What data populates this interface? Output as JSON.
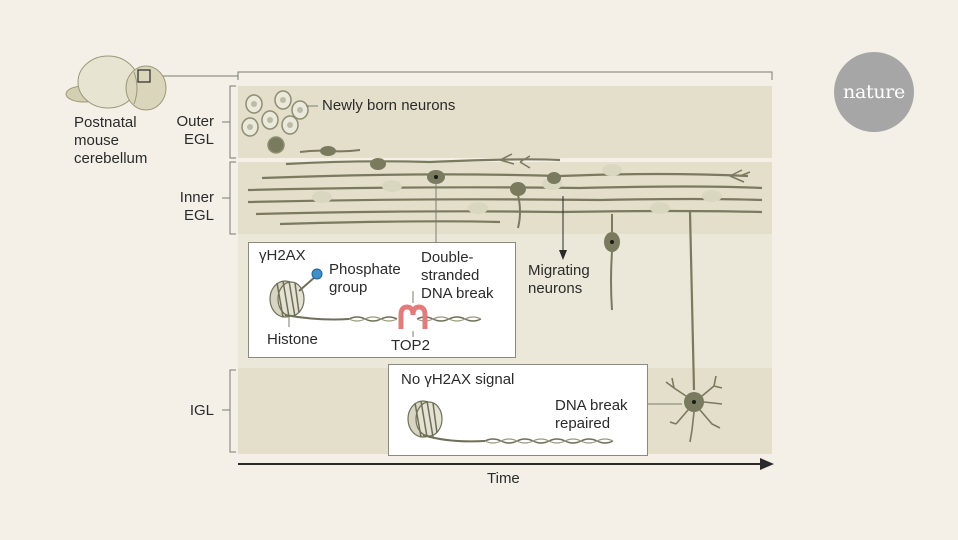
{
  "brand": {
    "logo_text": "nature"
  },
  "specimen": {
    "label_lines": [
      "Postnatal",
      "mouse",
      "cerebellum"
    ]
  },
  "layers": {
    "outer_egl": [
      "Outer",
      "EGL"
    ],
    "inner_egl": [
      "Inner",
      "EGL"
    ],
    "igl": "IGL"
  },
  "annotations": {
    "newly_born": "Newly born neurons",
    "migrating": [
      "Migrating",
      "neurons"
    ],
    "time": "Time"
  },
  "inset_break": {
    "gh2ax": "γH2AX",
    "phosphate": [
      "Phosphate",
      "group"
    ],
    "dsb": [
      "Double-",
      "stranded",
      "DNA break"
    ],
    "histone": "Histone",
    "top2": "TOP2"
  },
  "inset_repaired": {
    "no_signal": "No γH2AX signal",
    "repaired": [
      "DNA break",
      "repaired"
    ]
  },
  "colors": {
    "background": "#f4f0e8",
    "layer_dark": "#e3dfcb",
    "layer_light": "#ebe7d9",
    "neuron": "#7a7a5e",
    "top2": "#e27b7b",
    "phosphate": "#3f8fcb",
    "logo": "#a6a6a6"
  }
}
